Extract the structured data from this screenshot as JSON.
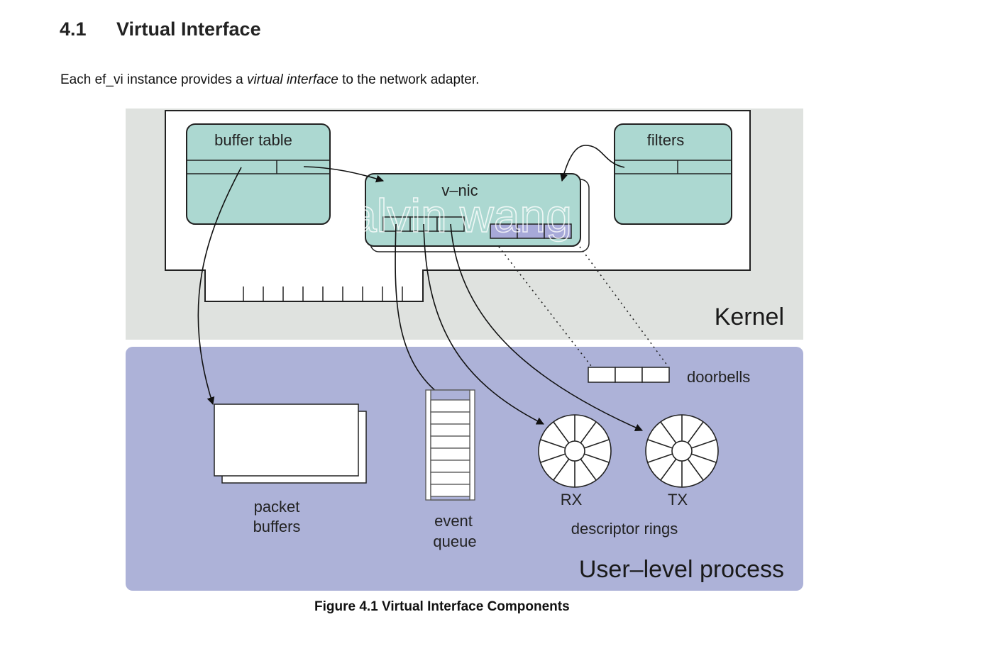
{
  "section": {
    "number": "4.1",
    "title": "Virtual Interface"
  },
  "intro": {
    "before": "Each ef_vi instance provides a ",
    "emphasis": "virtual interface",
    "after": " to the network adapter."
  },
  "figure": {
    "caption": "Figure 4.1 Virtual Interface Components",
    "watermark": "alvin wang",
    "labels": {
      "buffer_table": "buffer table",
      "filters": "filters",
      "vnic": "v–nic",
      "kernel": "Kernel",
      "user_process": "User–level process",
      "doorbells": "doorbells",
      "packet_line1": "packet",
      "packet_line2": "buffers",
      "event_line1": "event",
      "event_line2": "queue",
      "rx": "RX",
      "tx": "TX",
      "descriptor_rings": "descriptor rings"
    },
    "colors": {
      "kernel_bg": "#dfe2df",
      "user_bg": "#adb2d8",
      "teal": "#acd8d1",
      "slot": "#a7a9d8"
    }
  }
}
